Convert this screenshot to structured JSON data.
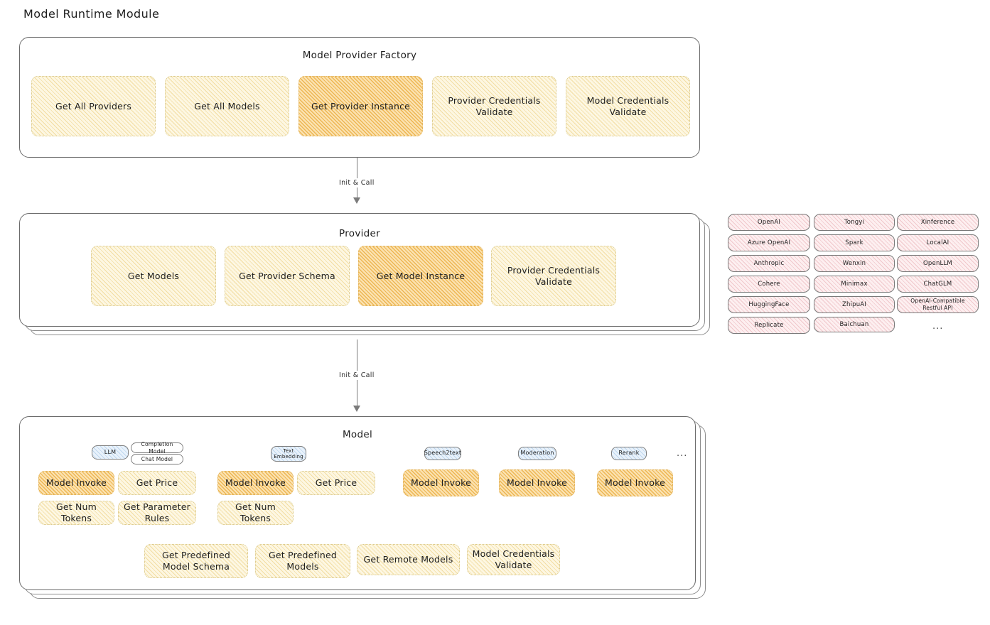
{
  "title": "Model Runtime Module",
  "factory": {
    "title": "Model Provider Factory",
    "nodes": [
      {
        "label": "Get All Providers",
        "highlighted": false
      },
      {
        "label": "Get All Models",
        "highlighted": false
      },
      {
        "label": "Get Provider Instance",
        "highlighted": true
      },
      {
        "label": "Provider Credentials Validate",
        "highlighted": false
      },
      {
        "label": "Model Credentials Validate",
        "highlighted": false
      }
    ]
  },
  "connector1": {
    "label": "Init & Call"
  },
  "provider": {
    "title": "Provider",
    "nodes": [
      {
        "label": "Get Models",
        "highlighted": false
      },
      {
        "label": "Get Provider Schema",
        "highlighted": false
      },
      {
        "label": "Get Model Instance",
        "highlighted": true
      },
      {
        "label": "Provider Credentials Validate",
        "highlighted": false
      }
    ]
  },
  "connector2": {
    "label": "Init & Call"
  },
  "provider_list": {
    "columns": [
      [
        "OpenAI",
        "Azure OpenAI",
        "Anthropic",
        "Cohere",
        "HuggingFace",
        "Replicate"
      ],
      [
        "Tongyi",
        "Spark",
        "Wenxin",
        "Minimax",
        "ZhipuAI",
        "Baichuan"
      ],
      [
        "Xinference",
        "LocalAI",
        "OpenLLM",
        "ChatGLM",
        "OpenAI-Compatible Restful API"
      ]
    ],
    "more": "..."
  },
  "model": {
    "title": "Model",
    "more": "...",
    "types": [
      {
        "name": "LLM",
        "sub": [
          "Completion Model",
          "Chat Model"
        ]
      },
      {
        "name": "Text Embedding",
        "sub": []
      },
      {
        "name": "Speech2text",
        "sub": []
      },
      {
        "name": "Moderation",
        "sub": []
      },
      {
        "name": "Rerank",
        "sub": []
      }
    ],
    "llm_ops": [
      {
        "label": "Model Invoke",
        "highlighted": true
      },
      {
        "label": "Get Price",
        "highlighted": false
      },
      {
        "label": "Get Num Tokens",
        "highlighted": false
      },
      {
        "label": "Get Parameter Rules",
        "highlighted": false
      }
    ],
    "embedding_ops": [
      {
        "label": "Model Invoke",
        "highlighted": true
      },
      {
        "label": "Get Price",
        "highlighted": false
      },
      {
        "label": "Get Num Tokens",
        "highlighted": false
      }
    ],
    "speech_ops": [
      {
        "label": "Model Invoke",
        "highlighted": true
      }
    ],
    "moderation_ops": [
      {
        "label": "Model Invoke",
        "highlighted": true
      }
    ],
    "rerank_ops": [
      {
        "label": "Model Invoke",
        "highlighted": true
      }
    ],
    "common_ops": [
      {
        "label": "Get Predefined Model Schema"
      },
      {
        "label": "Get Predefined Models"
      },
      {
        "label": "Get Remote Models"
      },
      {
        "label": "Model Credentials Validate"
      }
    ]
  },
  "colors": {
    "hatch_yellow": "#fdf7e2",
    "hatch_orange": "#fbe2b0",
    "hatch_pink": "#fdeff0",
    "hatch_blue": "#e9f2fb",
    "stroke": "#6b6b6b",
    "text": "#1e1e1e"
  }
}
